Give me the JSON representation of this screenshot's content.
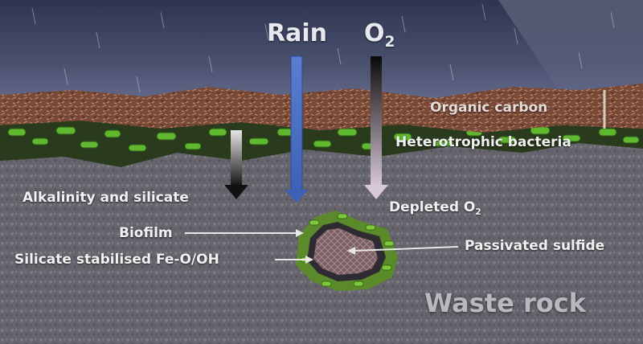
{
  "labels": {
    "rain": "Rain",
    "o2_base": "O",
    "o2_sub": "2",
    "organic_carbon": "Organic carbon",
    "heterotrophic_bacteria": "Heterotrophic bacteria",
    "alkalinity_silicate": "Alkalinity and silicate",
    "depleted_base": "Depleted O",
    "depleted_sub": "2",
    "biofilm": "Biofilm",
    "passivated_sulfide": "Passivated sulfide",
    "silicate_fe": "Silicate stabilised Fe-O/OH",
    "waste_rock": "Waste rock"
  },
  "colors": {
    "sky": "#39405a",
    "organic_layer": "#7a4a38",
    "bacteria": "#5fb830",
    "rock": "#6a6870",
    "rain_arrow": "#5a7fd0",
    "o2_arrow": "#c8b8c8"
  }
}
